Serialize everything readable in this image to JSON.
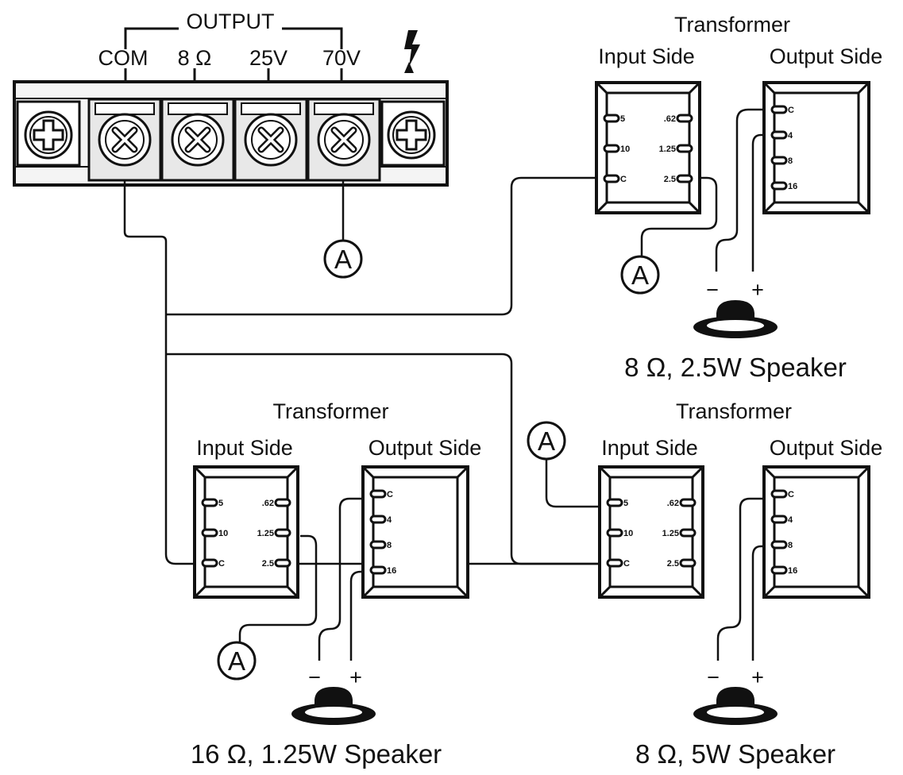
{
  "panel": {
    "group_label": "OUTPUT",
    "terminals": [
      "COM",
      "8 Ω",
      "25V",
      "70V"
    ],
    "ground_icon": "lightning-ground-icon"
  },
  "marker": "A",
  "transformer": {
    "title": "Transformer",
    "input_label": "Input Side",
    "output_label": "Output Side",
    "input_taps": [
      "5",
      "10",
      "C"
    ],
    "input_taps_right": [
      ".62",
      "1.25",
      "2.5"
    ],
    "output_taps": [
      "C",
      "4",
      "8",
      "16"
    ]
  },
  "polarity": {
    "neg": "−",
    "pos": "+"
  },
  "speakers": {
    "top_right": "8 Ω, 2.5W Speaker",
    "bottom_left": "16 Ω, 1.25W Speaker",
    "bottom_right": "8 Ω, 5W Speaker"
  },
  "colors": {
    "ink": "#111111",
    "face": "#f2f2f2",
    "paper": "#ffffff"
  }
}
